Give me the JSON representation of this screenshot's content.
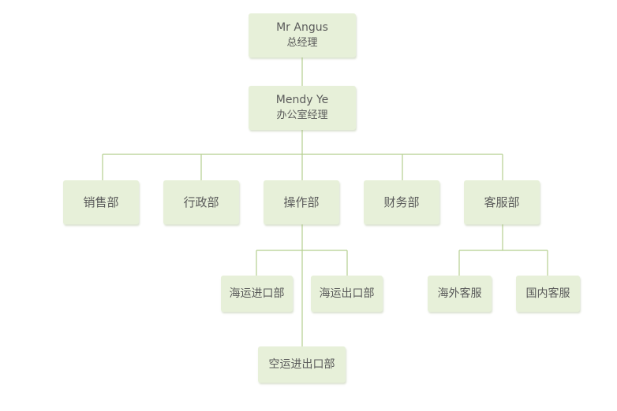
{
  "org_chart": {
    "ceo": {
      "name": "Mr Angus",
      "title": "总经理"
    },
    "office_manager": {
      "name": "Mendy Ye",
      "title": "办公室经理"
    },
    "departments": {
      "sales": "销售部",
      "admin": "行政部",
      "operations": "操作部",
      "finance": "财务部",
      "customer_service": "客服部"
    },
    "operations_units": {
      "sea_import": "海运进口部",
      "sea_export": "海运出口部",
      "air_import_export": "空运进出口部"
    },
    "customer_service_units": {
      "overseas": "海外客服",
      "domestic": "国内客服"
    }
  },
  "colors": {
    "node_fill": "#e7f0d9",
    "connector": "#b5cf8f",
    "text": "#5a5a5a"
  }
}
